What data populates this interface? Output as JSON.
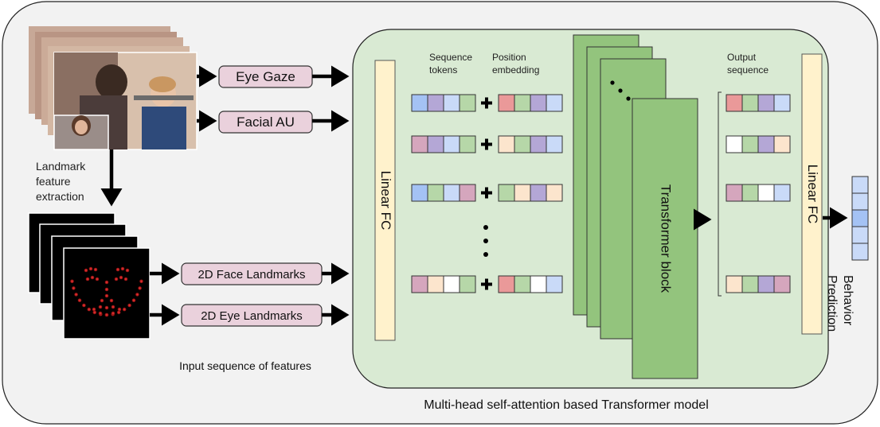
{
  "inputs": {
    "eye_gaze": "Eye Gaze",
    "facial_au": "Facial AU",
    "face_landmarks": "2D Face Landmarks",
    "eye_landmarks": "2D Eye Landmarks"
  },
  "landmark_extraction": [
    "Landmark",
    "feature",
    "extraction"
  ],
  "input_caption": "Input sequence of features",
  "model": {
    "linear_fc_left": "Linear FC",
    "sequence_tokens": [
      "Sequence",
      "tokens"
    ],
    "position_embedding": [
      "Position",
      "embedding"
    ],
    "transformer_block": "Transformer block",
    "output_sequence": [
      "Output",
      "sequence"
    ],
    "linear_fc_right": "Linear FC",
    "caption": "Multi-head self-attention based Transformer model"
  },
  "output_label": [
    "Behavior",
    "Prediction"
  ],
  "colors": {
    "panel_bg": "#f2f2f2",
    "model_bg": "#d9ead3",
    "linear_fc": "#fff2cc",
    "transformer": "#93c47d",
    "feature_box": "#ead1dc",
    "blue": "#a4c2f4",
    "purple": "#b4a7d6",
    "lightblue": "#c9daf8",
    "green": "#b6d7a8",
    "pink": "#d5a6bd",
    "peach": "#fce5cd",
    "red": "#ea9999",
    "white": "#ffffff"
  },
  "token_rows": [
    {
      "tokens": [
        "blue",
        "purple",
        "lightblue",
        "green"
      ],
      "pos": [
        "red",
        "green",
        "purple",
        "lightblue"
      ],
      "out": [
        "red",
        "green",
        "purple",
        "lightblue"
      ]
    },
    {
      "tokens": [
        "pink",
        "purple",
        "lightblue",
        "green"
      ],
      "pos": [
        "peach",
        "green",
        "purple",
        "lightblue"
      ],
      "out": [
        "white",
        "green",
        "purple",
        "peach"
      ]
    },
    {
      "tokens": [
        "blue",
        "green",
        "lightblue",
        "pink"
      ],
      "pos": [
        "green",
        "peach",
        "purple",
        "peach"
      ],
      "out": [
        "pink",
        "green",
        "white",
        "lightblue"
      ]
    },
    {
      "tokens": [
        "pink",
        "peach",
        "white",
        "green"
      ],
      "pos": [
        "red",
        "green",
        "white",
        "lightblue"
      ],
      "out": [
        "peach",
        "green",
        "purple",
        "pink"
      ]
    }
  ],
  "prediction_cells": [
    "lightblue",
    "lightblue",
    "blue",
    "lightblue",
    "lightblue"
  ]
}
